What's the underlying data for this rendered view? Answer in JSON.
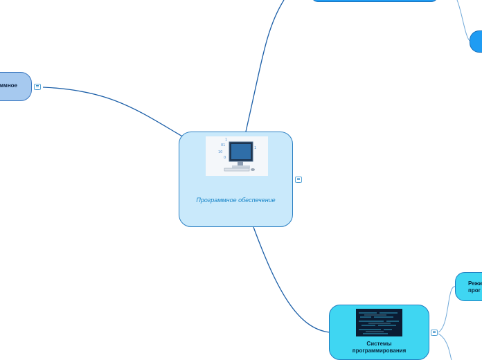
{
  "central_topic": {
    "label": "Программное обеспечение",
    "image": "computer-with-data-streams-picture"
  },
  "left_topic": {
    "label": "ммное"
  },
  "top_right_topic": {
    "label": ""
  },
  "right_topic": {
    "label": ""
  },
  "programming_topic": {
    "label_line1": "Системы",
    "label_line2": "программирования",
    "image": "code-screen-picture"
  },
  "mode_topic": {
    "label_line1": "Режи",
    "label_line2": "прог"
  },
  "colors": {
    "link": "#1c5fa8",
    "central_fill": "#c9e9fb",
    "left_fill": "#a6c9ef",
    "top_fill": "#1f9cf3",
    "programming_fill": "#3fd6f2"
  }
}
